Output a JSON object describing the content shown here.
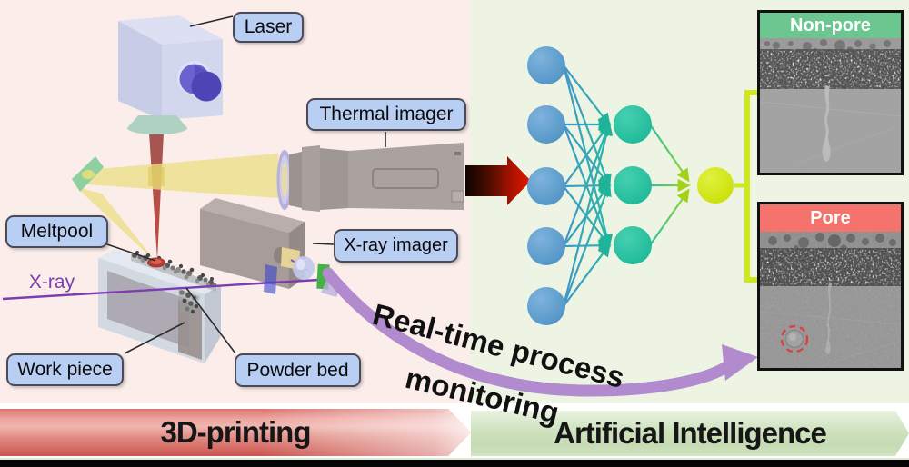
{
  "figure": {
    "left_section": {
      "banner_label": "3D-printing",
      "background_color": "#fbedea",
      "labels": {
        "laser": "Laser",
        "thermal_imager": "Thermal imager",
        "meltpool": "Meltpool",
        "xray_imager": "X-ray imager",
        "work_piece": "Work piece",
        "powder_bed": "Powder bed"
      },
      "xray_beam_label": "X-ray"
    },
    "right_section": {
      "banner_label": "Artificial Intelligence",
      "background_color": "#edf4e4",
      "network": {
        "layers": [
          {
            "name": "input",
            "count": 5,
            "color": "#549bc9"
          },
          {
            "name": "hidden",
            "count": 3,
            "color": "#2cc3a3"
          },
          {
            "name": "output",
            "count": 1,
            "color": "#d3e822"
          }
        ],
        "input_source": "Thermal imager"
      },
      "results": {
        "non_pore": {
          "label": "Non-pore",
          "header_color": "#6cc68f"
        },
        "pore": {
          "label": "Pore",
          "header_color": "#f4736c"
        }
      }
    },
    "monitoring_arrow": {
      "line1": "Real-time process",
      "line2": "monitoring",
      "color": "#b18bce"
    },
    "colors": {
      "label_fill": "#b9cef3",
      "label_border": "#4b4b57",
      "xray_purple": "#7c3cb2",
      "input_arrow_red": "#e81600",
      "banner_red": "#cb554f",
      "banner_green": "#c6dbb4"
    }
  }
}
